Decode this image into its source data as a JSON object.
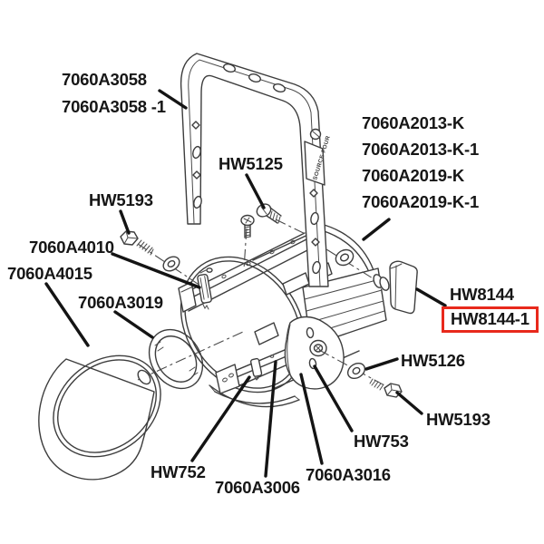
{
  "diagram": {
    "kind": "exploded-parts-diagram",
    "yoke_plate_text": "SOURCE FOUR",
    "highlight_color": "#e8291c",
    "line_color": "#3d3d3d"
  },
  "parts": [
    {
      "id": "7060A3058",
      "text": "7060A3058"
    },
    {
      "id": "7060A3058-1",
      "text": "7060A3058 -1"
    },
    {
      "id": "HW5125",
      "text": "HW5125"
    },
    {
      "id": "7060A2013-K",
      "text": "7060A2013-K"
    },
    {
      "id": "7060A2013-K-1",
      "text": "7060A2013-K-1"
    },
    {
      "id": "7060A2019-K",
      "text": "7060A2019-K"
    },
    {
      "id": "7060A2019-K-1",
      "text": "7060A2019-K-1"
    },
    {
      "id": "HW5193-upper",
      "text": "HW5193"
    },
    {
      "id": "7060A4010",
      "text": "7060A4010"
    },
    {
      "id": "7060A4015",
      "text": "7060A4015"
    },
    {
      "id": "7060A3019",
      "text": "7060A3019"
    },
    {
      "id": "HW8144",
      "text": "HW8144"
    },
    {
      "id": "HW8144-1",
      "text": "HW8144-1",
      "highlighted": true
    },
    {
      "id": "HW5126",
      "text": "HW5126"
    },
    {
      "id": "HW5193-lower",
      "text": "HW5193"
    },
    {
      "id": "HW753",
      "text": "HW753"
    },
    {
      "id": "7060A3016",
      "text": "7060A3016"
    },
    {
      "id": "7060A3006",
      "text": "7060A3006"
    },
    {
      "id": "HW752",
      "text": "HW752"
    }
  ]
}
